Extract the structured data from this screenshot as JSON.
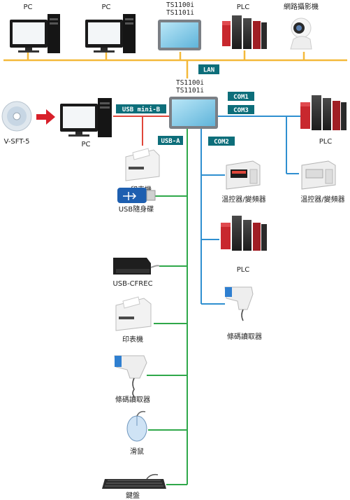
{
  "top_devices": {
    "pc1": "PC",
    "pc2": "PC",
    "hmi_line1": "TS1100i",
    "hmi_line2": "TS1101i",
    "plc": "PLC",
    "webcam": "網路攝影機"
  },
  "tags": {
    "lan": "LAN",
    "usb_mini_b": "USB mini-B",
    "usb_a": "USB-A",
    "com1": "COM1",
    "com3": "COM3",
    "com2": "COM2"
  },
  "center": {
    "hmi_line1": "TS1100i",
    "hmi_line2": "TS1101i"
  },
  "left": {
    "software": "V-SFT-5",
    "pc": "PC"
  },
  "usb_devices": {
    "printer1": "印表機",
    "usb_stick": "USB隨身碟",
    "usb_cfrec": "USB-CFREC",
    "printer2": "印表機",
    "barcode": "條碼讀取器",
    "mouse": "滑鼠",
    "keyboard": "鍵盤"
  },
  "com2_devices": {
    "temp_ctrl": "溫控器/變頻器",
    "plc": "PLC",
    "barcode": "條碼讀取器"
  },
  "com_right": {
    "plc": "PLC",
    "temp_ctrl": "溫控器/變頻器"
  },
  "colors": {
    "lan_line": "#f4b93a",
    "green_line": "#2fa84a",
    "blue_line": "#2f8fd0",
    "red_line": "#e0463a",
    "tag_bg": "#0d6e7a"
  }
}
